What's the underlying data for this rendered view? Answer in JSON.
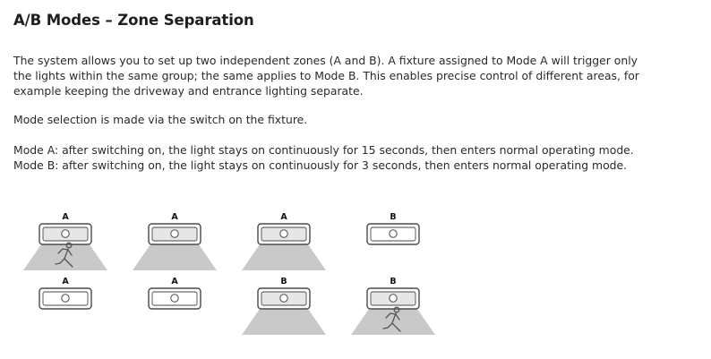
{
  "heading": "A/B Modes – Zone Separation",
  "paragraphs": {
    "intro_line1": "The system allows you to set up two independent zones (A and B). A fixture assigned to Mode A will trigger only",
    "intro_line2": "the lights within the same group; the same applies to Mode B. This enables precise control of different areas, for",
    "intro_line3": "example keeping the driveway and entrance lighting separate.",
    "selection": "Mode selection is made via the switch on the fixture.",
    "mode_a": "Mode A: after switching on, the light stays on continuously for 15 seconds, then enters normal operating mode.",
    "mode_b": "Mode B: after switching on, the light stays on continuously for 3 seconds, then enters normal operating mode."
  },
  "diagram": {
    "colors": {
      "outline": "#4a4a4a",
      "beam": "#c9c9c9",
      "person": "#555555"
    },
    "rows": [
      {
        "fixtures": [
          {
            "mode": "A",
            "lit": true,
            "person": true
          },
          {
            "mode": "A",
            "lit": true,
            "person": false
          },
          {
            "mode": "A",
            "lit": true,
            "person": false
          },
          {
            "mode": "B",
            "lit": false,
            "person": false
          }
        ]
      },
      {
        "fixtures": [
          {
            "mode": "A",
            "lit": false,
            "person": false
          },
          {
            "mode": "A",
            "lit": false,
            "person": false
          },
          {
            "mode": "B",
            "lit": true,
            "person": false
          },
          {
            "mode": "B",
            "lit": true,
            "person": true
          }
        ]
      }
    ]
  }
}
